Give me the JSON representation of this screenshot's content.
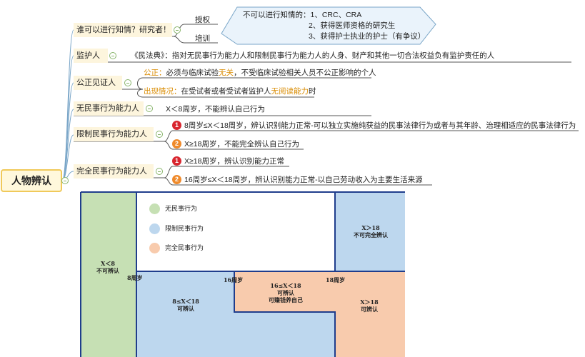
{
  "root": {
    "label": "人物辨认"
  },
  "topics": {
    "who": {
      "label": "谁可以进行知情？研究者！",
      "children": [
        "授权",
        "培训"
      ],
      "callout": {
        "line1": "不可以进行知情的：1、CRC、CRA",
        "line2": "2、获得医师资格的研究生",
        "line3": "3、获得护士执业的护士（有争议）"
      }
    },
    "guardian": {
      "label": "监护人",
      "text": "《民法典》：指对无民事行为能力人和限制民事行为能力人的人身、财产和其他一切合法权益负有监护责任的人"
    },
    "witness": {
      "label": "公正见证人",
      "fair_prefix": "公正：",
      "fair_text": "必须与临床试验",
      "fair_hl": "无关",
      "fair_tail": "，不受临床试验相关人员不公正影响的个人",
      "when_prefix": "出现情况：",
      "when_text": "在受试者或者受试者监护人",
      "when_hl": "无阅读能力",
      "when_tail": "时"
    },
    "none": {
      "label": "无民事行为能力人",
      "text": "X＜8周岁，不能辨认自己行为"
    },
    "limited": {
      "label": "限制民事行为能力人",
      "item1": "8周岁≤X＜18周岁，辨认识别能力正常-可以独立实施纯获益的民事法律行为或者与其年龄、治理相适应的民事法律行为",
      "item2": "X≥18周岁，不能完全辨认自己行为",
      "n1": "1",
      "n2": "2"
    },
    "full": {
      "label": "完全民事行为能力人",
      "item1": "X≥18周岁，辨认识别能力正常",
      "item2": "16周岁≤X＜18周岁，辨认识别能力正常-以自己劳动收入为主要生活来源",
      "n1": "1",
      "n2": "2"
    }
  },
  "diagram": {
    "legend": [
      "无民事行为",
      "限制民事行为",
      "完全民事行为"
    ],
    "lt8_a": "X＜8",
    "lt8_b": "不可辨认",
    "age8": "8周岁",
    "age16": "16周岁",
    "age18": "18周岁",
    "mid_a": "8≤X＜18",
    "mid_b": "可辨认",
    "ge18top_a": "X＞18",
    "ge18top_b": "不可完全辨认",
    "r16_a": "16≤X＜18",
    "r16_b": "可辨认",
    "r16_c": "可赚钱养自己",
    "ge18bot_a": "X＞18",
    "ge18bot_b": "可辨认"
  },
  "colors": {
    "green": "#c6e0b4",
    "blue": "#bdd7ee",
    "orange": "#f8cbad",
    "navy": "#1f3d8c",
    "gold": "#d98b00"
  }
}
